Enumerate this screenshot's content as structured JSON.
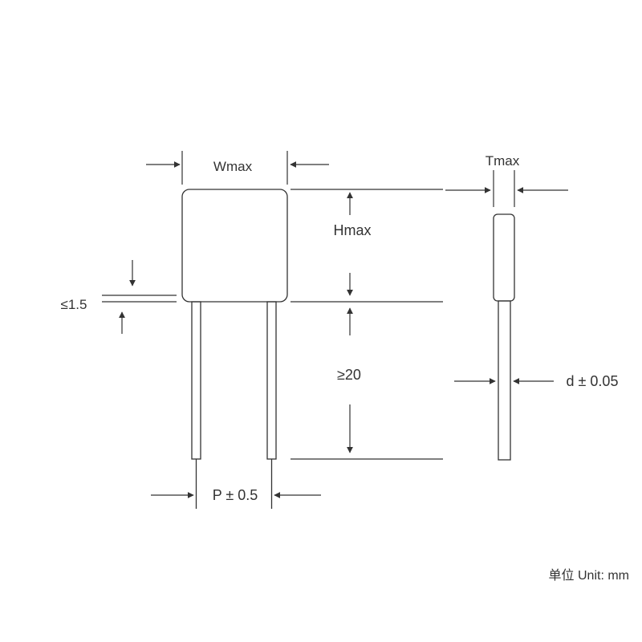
{
  "labels": {
    "width": "Wmax",
    "height": "Hmax",
    "thickness": "Tmax",
    "gap": "≤1.5",
    "lead_length": "≥20",
    "lead_diameter": "d ± 0.05",
    "pitch": "P ± 0.5",
    "unit": "单位 Unit: mm"
  },
  "colors": {
    "line": "#333333",
    "text": "#333333"
  }
}
